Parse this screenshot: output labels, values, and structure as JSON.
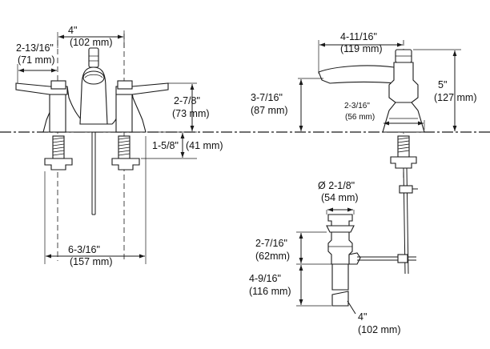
{
  "dimensions": {
    "top_spacing": {
      "inch": "4\"",
      "mm": "(102 mm)"
    },
    "handle_offset": {
      "inch": "2-13/16\"",
      "mm": "(71 mm)"
    },
    "handle_height": {
      "inch": "2-7/8\"",
      "mm": "(73 mm)"
    },
    "shank_length": {
      "inch": "1-5/8\"",
      "mm": "(41 mm)"
    },
    "overall_width": {
      "inch": "6-3/16\"",
      "mm": "(157 mm)"
    },
    "spout_reach": {
      "inch": "4-11/16\"",
      "mm": "(119 mm)"
    },
    "spout_height": {
      "inch": "3-7/16\"",
      "mm": "(87 mm)"
    },
    "base_offset": {
      "inch": "2-3/16\"",
      "mm": "(56 mm)"
    },
    "overall_height": {
      "inch": "5\"",
      "mm": "(127 mm)"
    },
    "drain_diameter": {
      "inch": "Ø 2-1/8\"",
      "mm": "(54 mm)"
    },
    "drain_body": {
      "inch": "2-7/16\"",
      "mm": "(62mm)"
    },
    "tailpiece": {
      "inch": "4-9/16\"",
      "mm": "(116 mm)"
    },
    "tailpiece_min": {
      "inch": "4\"",
      "mm": "(102 mm)"
    }
  }
}
